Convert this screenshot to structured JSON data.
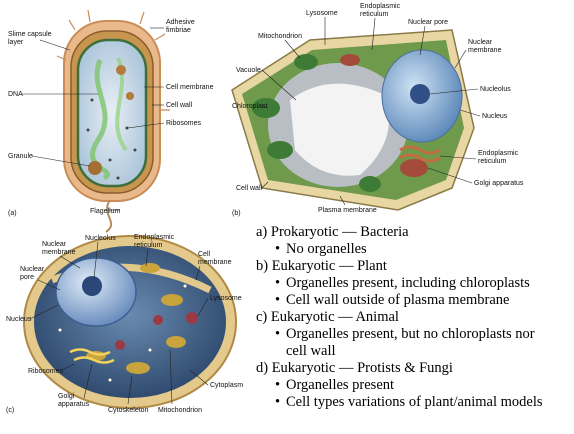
{
  "panel_a": {
    "letter": "(a)",
    "labels": {
      "slime": [
        "Slime capsule",
        "layer"
      ],
      "fimbriae": [
        "Adhesive",
        "fimbriae"
      ],
      "cell_membrane": "Cell membrane",
      "dna": "DNA",
      "cell_wall": "Cell wall",
      "ribosomes": "Ribosomes",
      "granule": "Granule",
      "flagellum": "Flagellum"
    }
  },
  "panel_b": {
    "letter": "(b)",
    "labels": {
      "lysosome": "Lysosome",
      "er_top": [
        "Endoplasmic",
        "reticulum"
      ],
      "nuclear_pore": "Nuclear pore",
      "mitochondrion": "Mitochondrion",
      "nuclear_membrane": [
        "Nuclear",
        "membrane"
      ],
      "vacuole": "Vacuole",
      "nucleolus": "Nucleolus",
      "chloroplast": "Chloroplast",
      "nucleus": "Nucleus",
      "er_bottom": [
        "Endoplasmic",
        "reticulum"
      ],
      "golgi": "Golgi apparatus",
      "cell_wall": "Cell wall",
      "plasma_membrane": "Plasma membrane"
    }
  },
  "panel_c": {
    "letter": "(c)",
    "labels": {
      "nuclear_membrane": [
        "Nuclear",
        "membrane"
      ],
      "nucleolus": "Nucleolus",
      "er": [
        "Endoplasmic",
        "reticulum"
      ],
      "cell_membrane": [
        "Cell",
        "membrane"
      ],
      "nuclear_pore": [
        "Nuclear",
        "pore"
      ],
      "lysosome": "Lysosome",
      "nucleus": "Nucleus",
      "ribosomes": "Ribosomes",
      "cytoplasm": "Cytoplasm",
      "golgi": [
        "Golgi",
        "apparatus"
      ],
      "cytoskeleton": "Cytoskeleton",
      "mitochondrion": "Mitochondrion"
    }
  },
  "notes": [
    {
      "heading": "a) Prokaryotic — Bacteria",
      "bullets": [
        [
          "No organelles"
        ]
      ]
    },
    {
      "heading": "b) Eukaryotic — Plant",
      "bullets": [
        [
          "Organelles present, including chloroplasts"
        ],
        [
          "Cell wall outside of plasma membrane"
        ]
      ]
    },
    {
      "heading": "c) Eukaryotic — Animal",
      "bullets": [
        [
          "Organelles present, but no chloroplasts nor",
          "cell wall"
        ]
      ]
    },
    {
      "heading": "d) Eukaryotic — Protists & Fungi",
      "bullets": [
        [
          "Organelles present"
        ],
        [
          "Cell types variations of plant/animal models"
        ]
      ]
    }
  ],
  "bullet_char": "•"
}
